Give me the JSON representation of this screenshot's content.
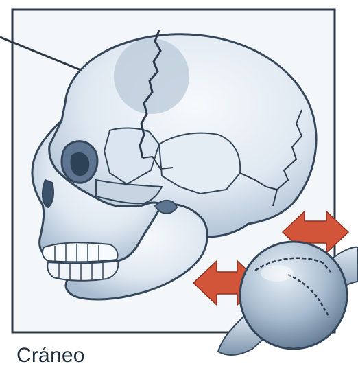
{
  "figure": {
    "caption": "Cráneo",
    "subject": "skull",
    "colors": {
      "frame": "#2b3744",
      "bone_light": "#eef3f8",
      "bone_shadow": "#8ea6bd",
      "outline": "#34465a",
      "suture": "#2a3a4c",
      "highlight_circle": "#b9c9d8",
      "arrow": "#d2553a",
      "joint_ball": "#a8bccf"
    },
    "icons": [
      "skull-illustration",
      "suture-highlight-circle",
      "pointer-line",
      "ball-joint-illustration",
      "double-arrow-icon"
    ]
  }
}
